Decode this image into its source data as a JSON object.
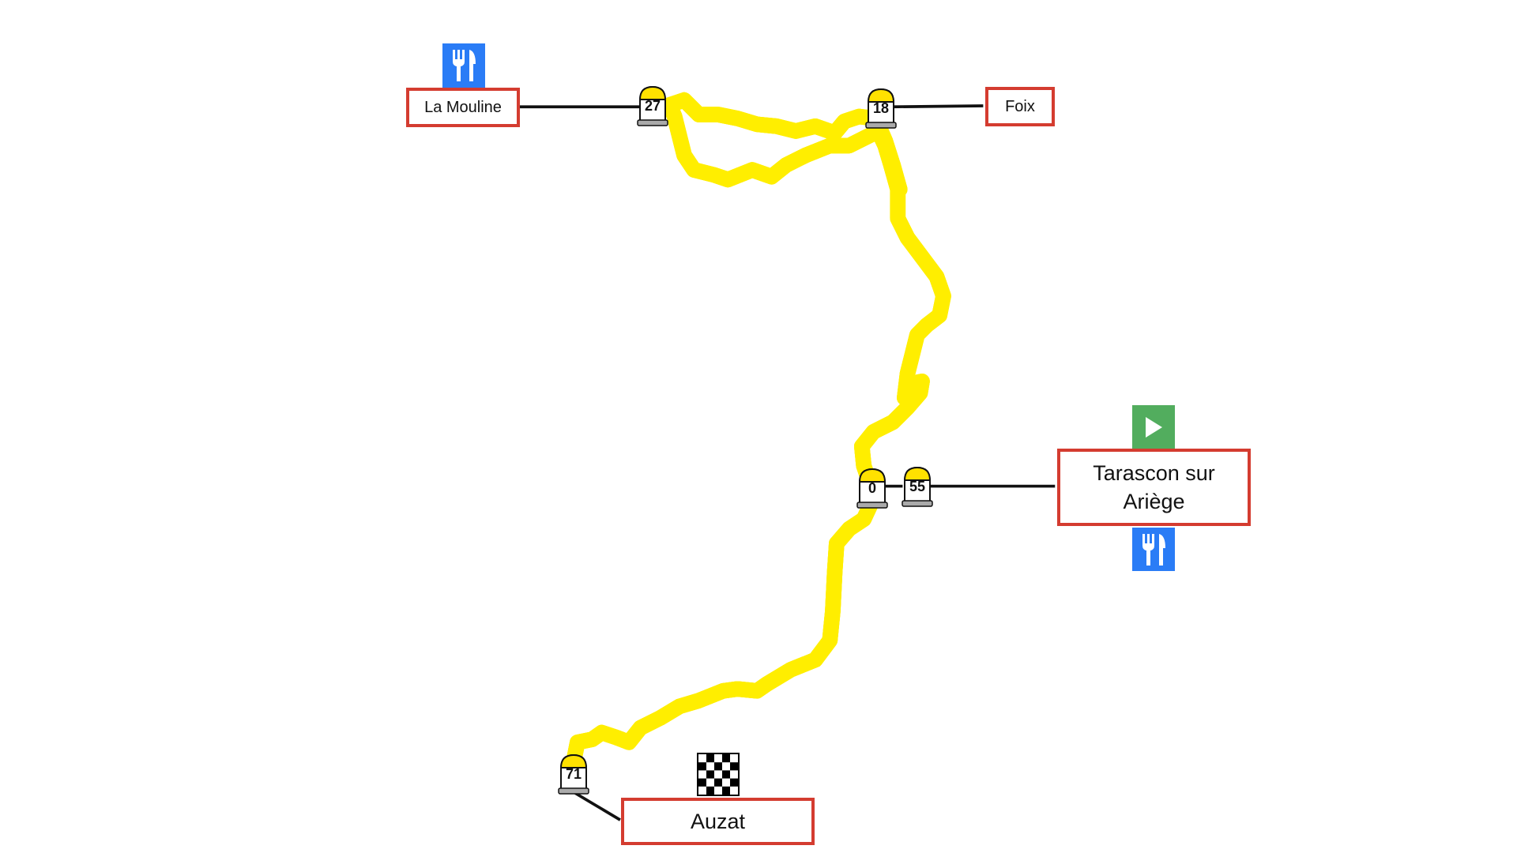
{
  "places": [
    {
      "name": "La Mouline"
    },
    {
      "name": "Foix"
    },
    {
      "name": "Tarascon sur Ariège"
    },
    {
      "name": "Auzat"
    }
  ],
  "milestones": [
    {
      "km": "27"
    },
    {
      "km": "18"
    },
    {
      "km": "0"
    },
    {
      "km": "55"
    },
    {
      "km": "71"
    }
  ],
  "icons": {
    "restaurant": "restaurant-icon",
    "start": "start-play-icon",
    "finish": "checkered-flag-icon"
  },
  "colors": {
    "route_glow": "#ffee00",
    "place_border": "#d43c30",
    "restaurant": "#2a7cf6",
    "start": "#52ad5e"
  }
}
